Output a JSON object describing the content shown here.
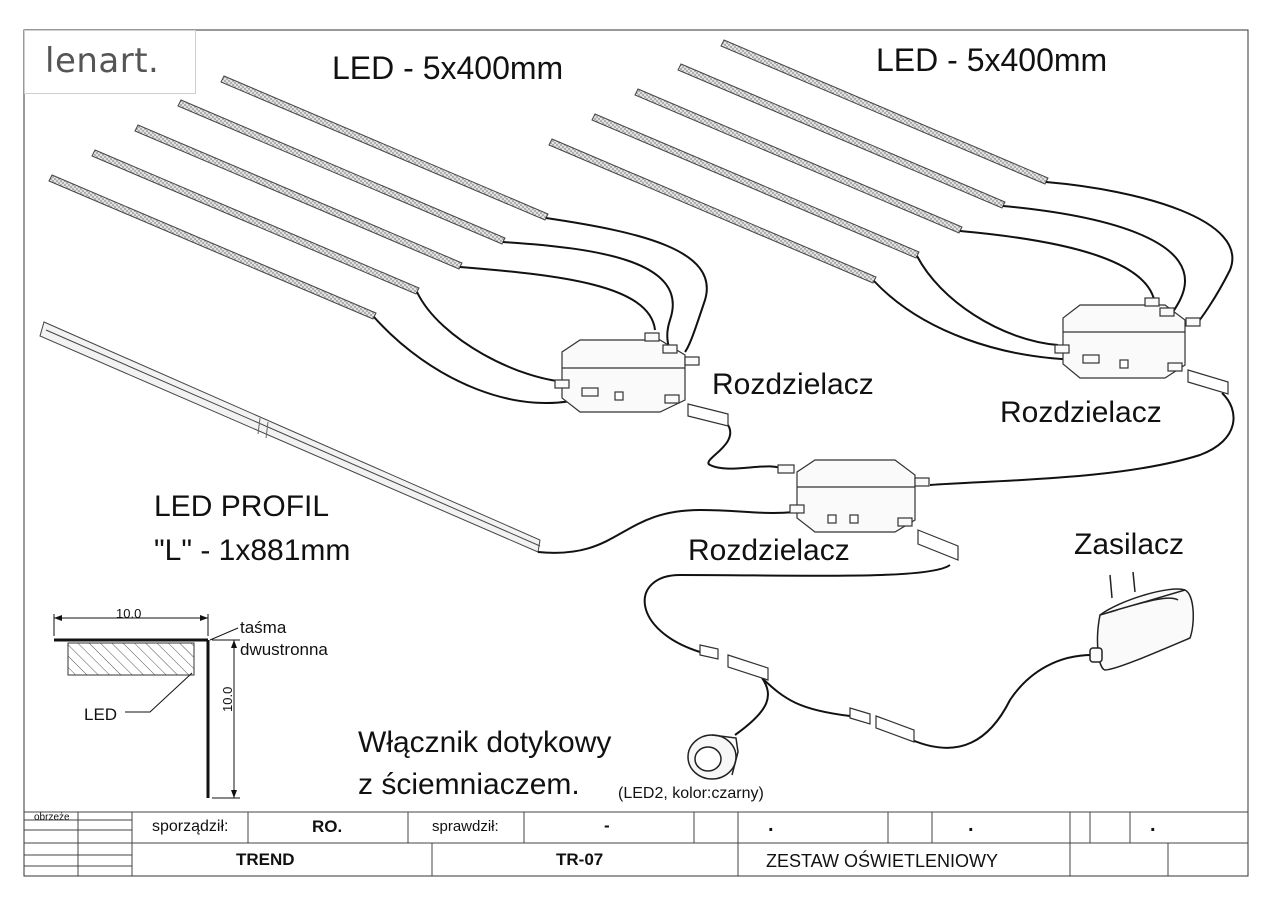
{
  "logo": {
    "text": "lenart."
  },
  "labels": {
    "led_left": "LED - 5x400mm",
    "led_right": "LED - 5x400mm",
    "splitter_1": "Rozdzielacz",
    "splitter_2": "Rozdzielacz",
    "splitter_3": "Rozdzielacz",
    "profile_line1": "LED PROFIL",
    "profile_line2": "\"L\" - 1x881mm",
    "power_supply": "Zasilacz",
    "switch_line1": "Włącznik dotykowy",
    "switch_line2": "z ściemniaczem.",
    "switch_note": "(LED2, kolor:czarny)"
  },
  "detail": {
    "dim_top": "10.0",
    "dim_side": "10.0",
    "tape_line1": "taśma",
    "tape_line2": "dwustronna",
    "led_callout": "LED"
  },
  "title_block": {
    "edge_label": "obrzeże",
    "prepared_label": "sporządził:",
    "prepared_value": "RO.",
    "checked_label": "sprawdził:",
    "checked_value": "-",
    "dot1": ".",
    "dot2": ".",
    "dot3": ".",
    "series": "TREND",
    "code": "TR-07",
    "set_name": "ZESTAW OŚWIETLENIOWY"
  },
  "colors": {
    "line": "#111111",
    "strip_fill": "#d4d4d4",
    "logo_text": "#555555"
  }
}
